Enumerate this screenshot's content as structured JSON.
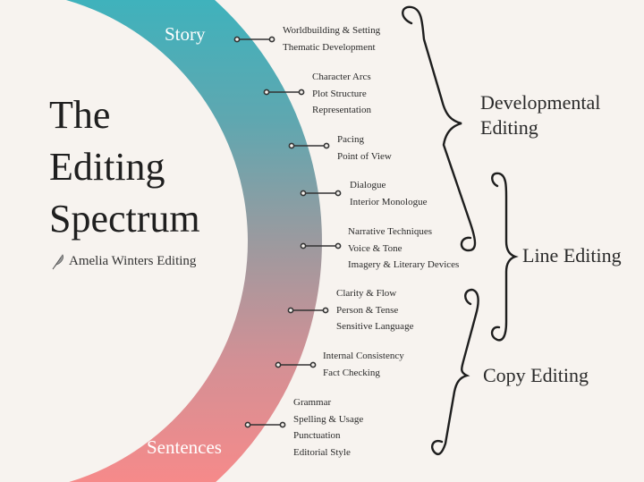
{
  "title": {
    "line1": "The",
    "line2": "Editing",
    "line3": "Spectrum"
  },
  "author": "Amelia Winters Editing",
  "icons": {
    "author": "feather-quill-icon"
  },
  "spectrum": {
    "top_label": "Story",
    "bottom_label": "Sentences",
    "colors": {
      "top": "#3fb2bc",
      "middle": "#9b9a9f",
      "bottom": "#f68a8a"
    }
  },
  "groups": [
    {
      "items": [
        "Worldbuilding & Setting",
        "Thematic Development"
      ]
    },
    {
      "items": [
        "Character Arcs",
        "Plot Structure",
        "Representation"
      ]
    },
    {
      "items": [
        "Pacing",
        "Point of View"
      ]
    },
    {
      "items": [
        "Dialogue",
        "Interior Monologue"
      ]
    },
    {
      "items": [
        "Narrative Techniques",
        "Voice & Tone",
        "Imagery & Literary Devices"
      ]
    },
    {
      "items": [
        "Clarity & Flow",
        "Person & Tense",
        "Sensitive Language"
      ]
    },
    {
      "items": [
        "Internal Consistency",
        "Fact Checking"
      ]
    },
    {
      "items": [
        "Grammar",
        "Spelling & Usage",
        "Punctuation",
        "Editorial Style"
      ]
    }
  ],
  "categories": {
    "developmental": {
      "line1": "Developmental",
      "line2": "Editing"
    },
    "line": "Line Editing",
    "copy": "Copy Editing"
  }
}
